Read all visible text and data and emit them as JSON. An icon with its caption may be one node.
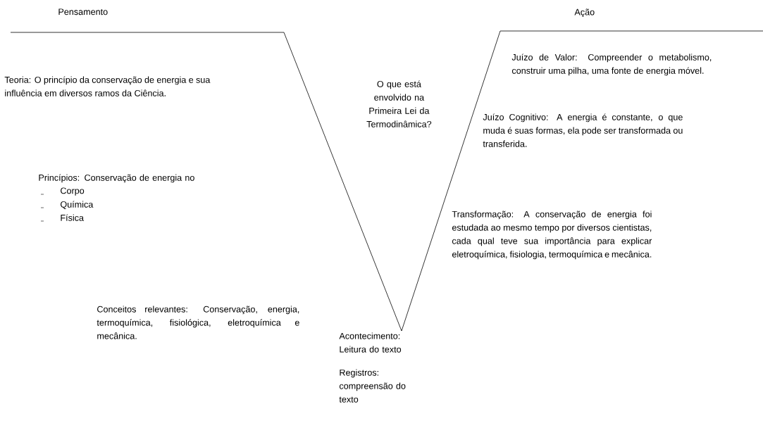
{
  "diagram": {
    "labels": [
      "Pensamento",
      "Ação",
      "Teoria: O princípio da conservação de energia e sua influência em diversos ramos da Ciência.",
      "O que está envolvido na Primeira Lei da Termodinâmica?",
      "Juízo de Valor: Compreender o metabolismo, construir uma pilha, uma fonte de energia móvel.",
      "Juízo Cognitivo: A energia é constante, o que muda é suas formas, ela pode ser transformada ou transferida.",
      "Princípios: Conservação de energia no",
      "Corpo",
      "Química",
      "Física",
      "Transformação: A conservação de energia foi estudada ao mesmo tempo por diversos cientistas, cada qual teve sua importância para explicar eletroquímica, fisiologia, termoquímica e mecânica.",
      "Conceitos relevantes: Conservação, energia, termoquímica, fisiológica, eletroquímica e mecânica.",
      "Acontecimento: Leitura do texto",
      "Registros: compreensão do texto"
    ]
  }
}
